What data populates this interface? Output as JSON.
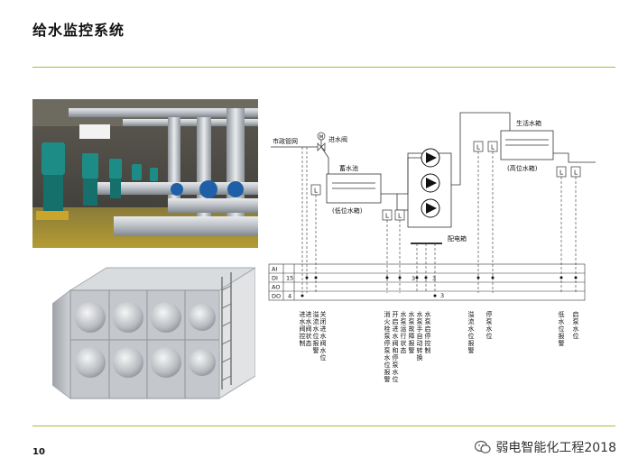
{
  "page": {
    "title": "给水监控系统",
    "page_number": "10",
    "footer_text": "弱电智能化工程2018",
    "accent_color": "#9dc23b"
  },
  "diagram": {
    "labels": {
      "municipal_pipe": "市政管网",
      "inlet_valve": "进水阀",
      "reservoir": "蓄水池",
      "reservoir_sub": "(低位水箱)",
      "domestic_tank": "生活水箱",
      "domestic_sub": "(高位水箱)",
      "distribution_box": "配电箱",
      "level_sensor": "L",
      "m_symbol": "M"
    },
    "io_rows": [
      {
        "code": "AI",
        "count": ""
      },
      {
        "code": "DI",
        "count": "15"
      },
      {
        "code": "AO",
        "count": ""
      },
      {
        "code": "DO",
        "count": "4"
      }
    ],
    "io_marks": [
      "3",
      "3",
      "3"
    ],
    "functions": [
      "进水阀控制",
      "进水阀状态",
      "溢流水位报警",
      "关闭进水阀水位",
      "消火栓泵停泵水位报警",
      "开启进水阀和停泵水位",
      "水泵运行状态",
      "水泵故障报警",
      "水泵手自动转换",
      "水泵启停控制",
      "溢流水位报警",
      "停泵水位",
      "低水位报警",
      "启泵水位"
    ]
  }
}
